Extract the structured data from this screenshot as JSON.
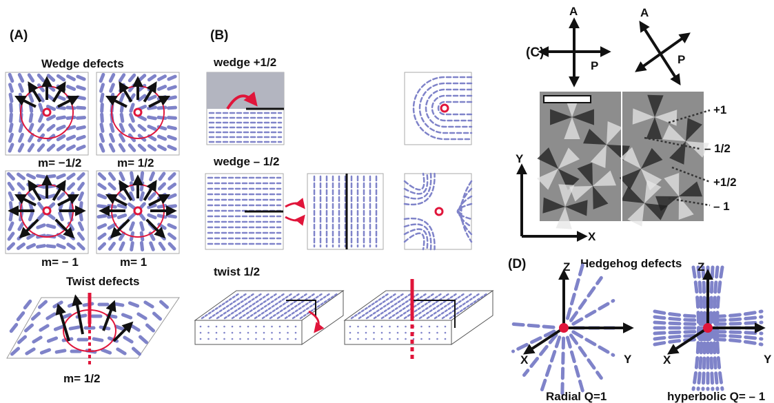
{
  "panels": {
    "a": {
      "label": "(A)",
      "wedge_title": "Wedge defects",
      "twist_title": "Twist defects",
      "m_labels": [
        "m= −1/2",
        "m= 1/2",
        "m= − 1",
        "m= 1",
        "m= 1/2"
      ]
    },
    "b": {
      "label": "(B)",
      "rows": [
        "wedge +1/2",
        "wedge – 1/2",
        "twist 1/2"
      ]
    },
    "c": {
      "label": "(C)",
      "polarizer_A": "A",
      "polarizer_P": "P",
      "axis_x": "X",
      "axis_y": "Y",
      "defects": [
        "+1",
        "– 1/2",
        "+1/2",
        "– 1"
      ]
    },
    "d": {
      "label": "(D)",
      "title": "Hedgehog defects",
      "axis_z": "Z",
      "axis_y": "Y",
      "axis_x": "X",
      "radial": "Radial Q=1",
      "hyperbolic": "hyperbolic Q= – 1"
    }
  },
  "colors": {
    "director": "#7f83c9",
    "defect": "#e0153a",
    "arrow": "#111111"
  }
}
